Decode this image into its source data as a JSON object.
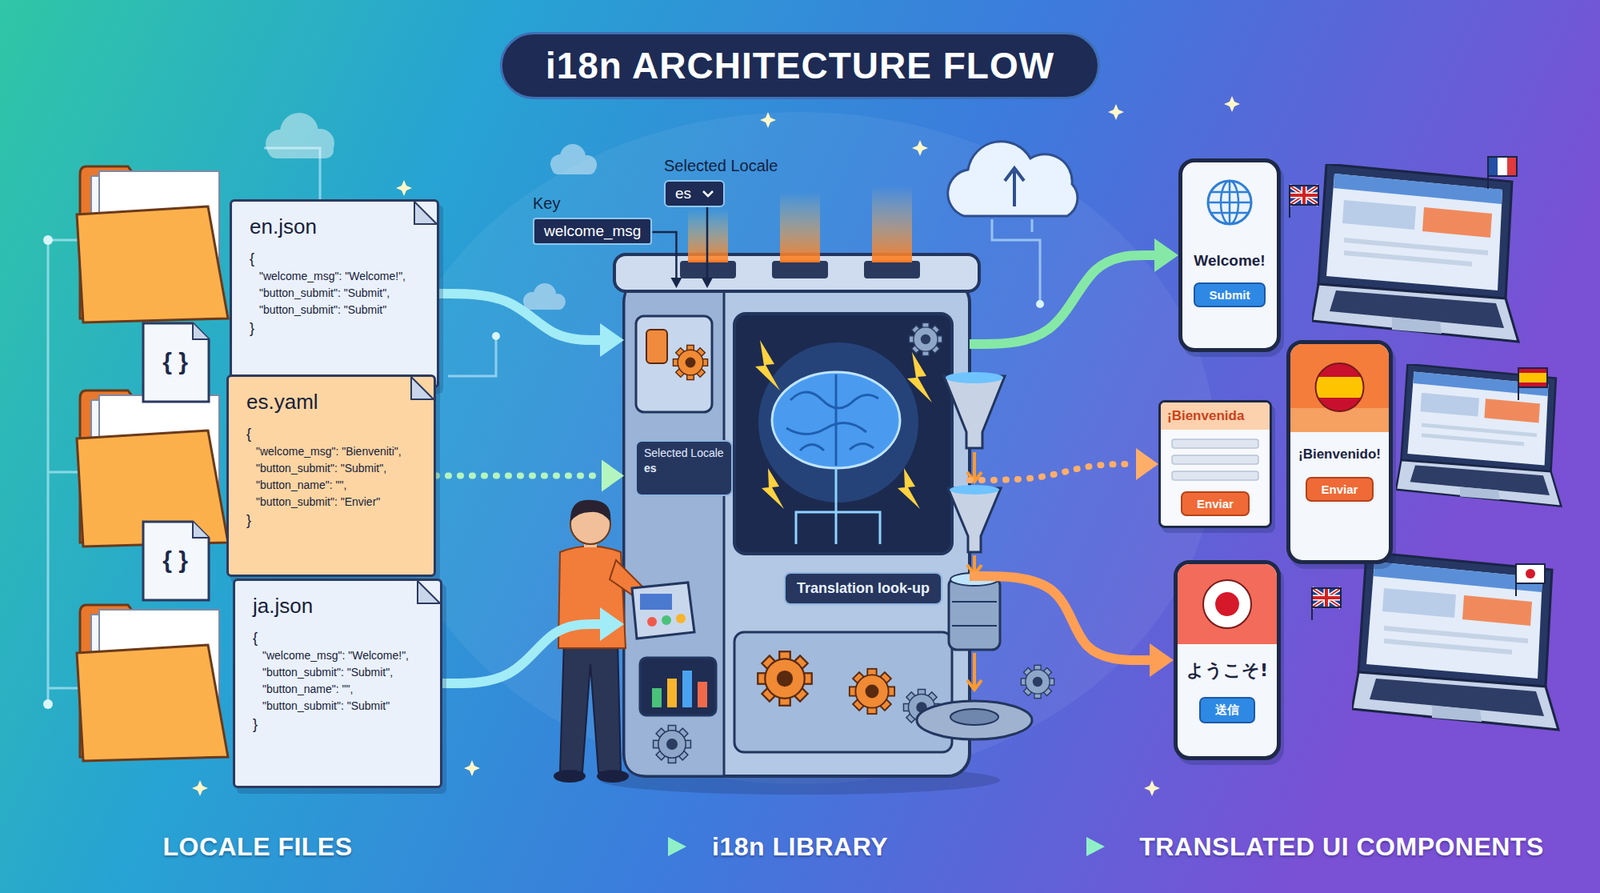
{
  "diagram": {
    "title": "i18n ARCHITECTURE FLOW",
    "nodes": [
      {
        "text": [
          "en.json",
          "{",
          "\"welcome_msg\": \"Welcome!\",",
          "\"button_submit\": \"Submit\",",
          "\"button_submit\": \"Submit\"",
          "}"
        ]
      },
      {
        "text": [
          "es.yaml",
          "{",
          "\"welcome_msg\": \"Bienveniti\",",
          "\"button_submit\": \"Submit\",",
          "\"button_name\": \"\",",
          "\"button_submit\": \"Envier\"",
          "}"
        ]
      },
      {
        "text": [
          "ja.json",
          "{",
          "\"welcome_msg\": \"Welcome!\",",
          "\"button_submit\": \"Submit\",",
          "\"button_name\": \"\",",
          "\"button_submit\": \"Submit\"",
          "}"
        ]
      },
      {
        "text": [
          "Selected Locale",
          "es"
        ]
      },
      {
        "text": [
          "Key",
          "welcome_msg"
        ]
      },
      {
        "text": [
          "Translation look-up"
        ]
      },
      {
        "text": [
          "Selected Locale",
          "es"
        ],
        "in": 5
      },
      {
        "text": [
          "Welcome!",
          "Submit"
        ]
      },
      {
        "text": [
          "¡Bienvenida",
          "Enviar"
        ]
      },
      {
        "text": [
          "¡Bienvenido!",
          "Enviar"
        ]
      },
      {
        "text": [
          "ようこそ!",
          "送信"
        ]
      }
    ],
    "edges": [
      {
        "from": 0,
        "to": 5,
        "arrow": "to"
      },
      {
        "from": 1,
        "to": 5,
        "arrow": "to"
      },
      {
        "from": 2,
        "to": 5,
        "arrow": "to"
      },
      {
        "from": 3,
        "to": 5,
        "arrow": "to"
      },
      {
        "from": 4,
        "to": 5,
        "arrow": "to"
      },
      {
        "from": 5,
        "to": 7,
        "arrow": "to"
      },
      {
        "from": 5,
        "to": 8,
        "arrow": "to"
      },
      {
        "from": 5,
        "to": 10,
        "arrow": "to"
      }
    ],
    "labels": [
      "{ }",
      "{ }",
      "LOCALE FILES",
      "i18n LIBRARY",
      "TRANSLATED UI COMPONENTS"
    ]
  }
}
